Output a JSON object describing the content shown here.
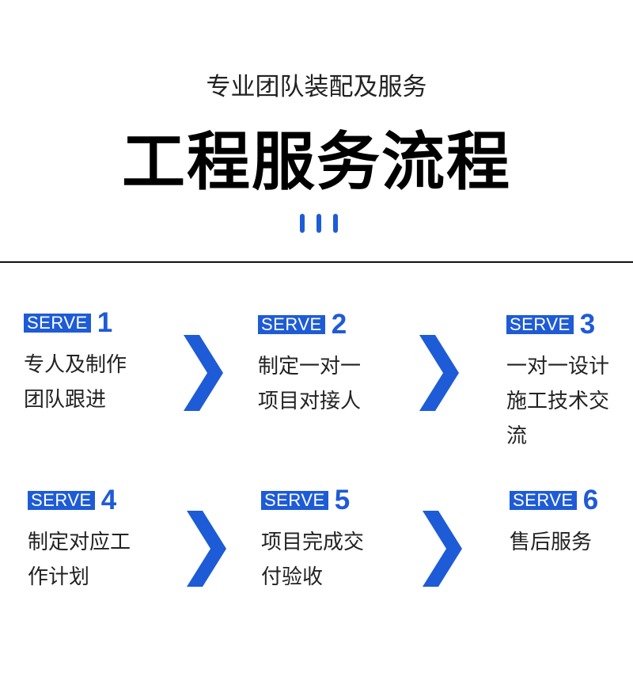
{
  "header": {
    "subtitle": "专业团队装配及服务",
    "title": "工程服务流程"
  },
  "colors": {
    "accent": "#1e5bd6"
  },
  "steps": [
    {
      "tag": "SERVE",
      "number": "1",
      "lines": [
        "专人及制作",
        "团队跟进"
      ]
    },
    {
      "tag": "SERVE",
      "number": "2",
      "lines": [
        "制定一对一",
        "项目对接人"
      ]
    },
    {
      "tag": "SERVE",
      "number": "3",
      "lines": [
        "一对一设计",
        "施工技术交",
        "流"
      ]
    },
    {
      "tag": "SERVE",
      "number": "4",
      "lines": [
        "制定对应工",
        "作计划"
      ]
    },
    {
      "tag": "SERVE",
      "number": "5",
      "lines": [
        "项目完成交",
        "付验收"
      ]
    },
    {
      "tag": "SERVE",
      "number": "6",
      "lines": [
        "售后服务"
      ]
    }
  ],
  "icons": {
    "arrow": "chevron-right-icon"
  }
}
